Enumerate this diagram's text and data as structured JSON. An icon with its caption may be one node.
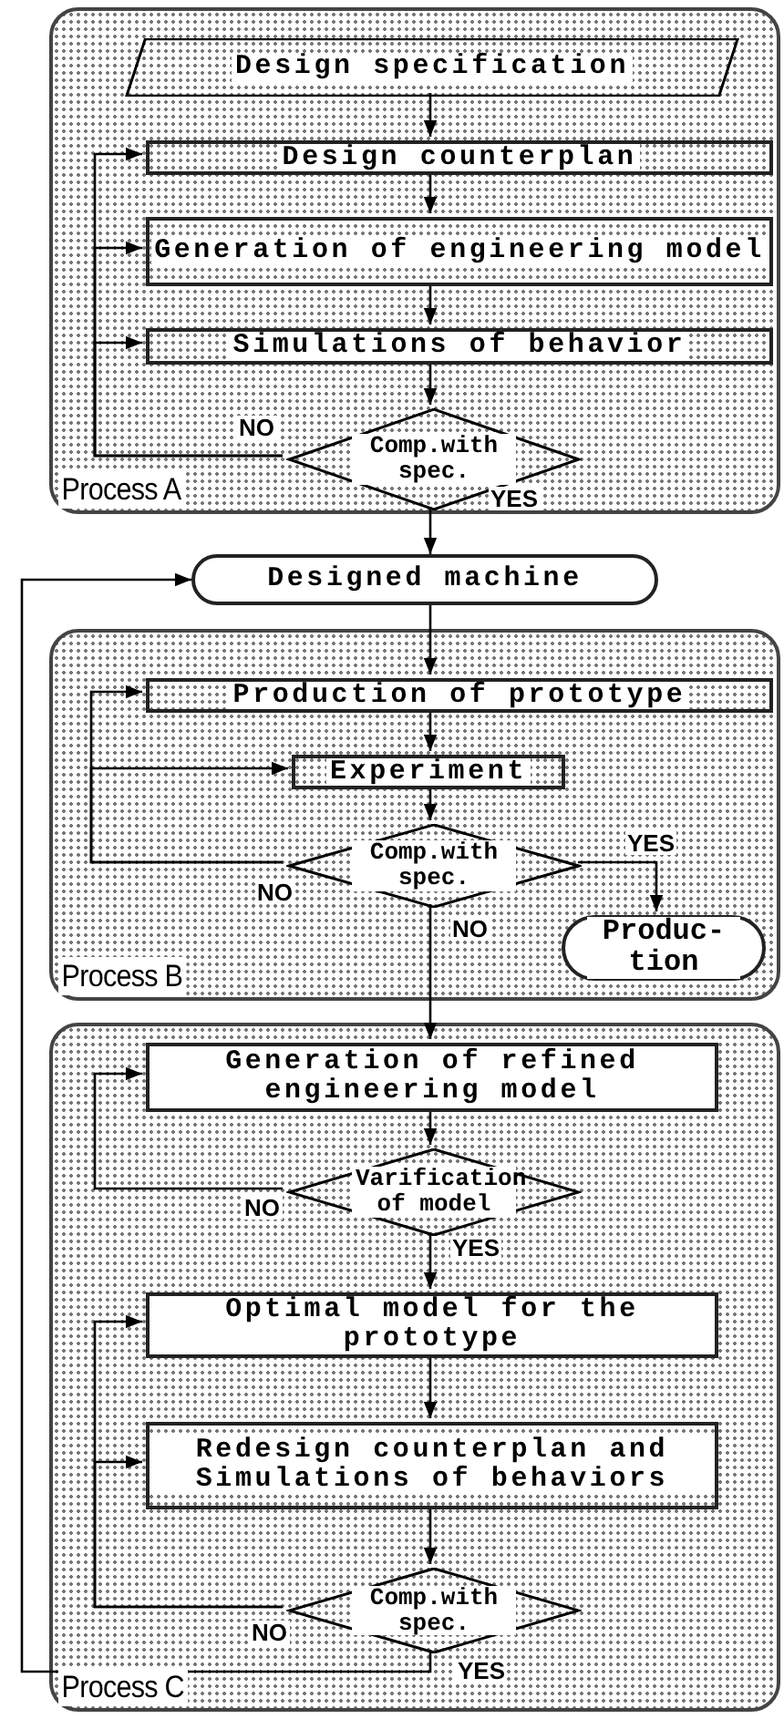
{
  "diagram": {
    "nodes": [
      {
        "text": [
          "Process A"
        ]
      },
      {
        "text": [
          "Design specification"
        ],
        "in": 0
      },
      {
        "text": [
          "Design counterplan"
        ],
        "in": 0
      },
      {
        "text": [
          "Generation of engineering model"
        ],
        "in": 0
      },
      {
        "text": [
          "Simulations of behavior"
        ],
        "in": 0
      },
      {
        "text": [
          "Comp.with spec."
        ],
        "in": 0
      },
      {
        "text": [
          "Designed machine"
        ]
      },
      {
        "text": [
          "Process B"
        ]
      },
      {
        "text": [
          "Production of prototype"
        ],
        "in": 7
      },
      {
        "text": [
          "Experiment"
        ],
        "in": 7
      },
      {
        "text": [
          "Comp.with spec."
        ],
        "in": 7
      },
      {
        "text": [
          "Produc- tion"
        ],
        "in": 7
      },
      {
        "text": [
          "Process C"
        ]
      },
      {
        "text": [
          "Generation of refined engineering model"
        ],
        "in": 12
      },
      {
        "text": [
          "Varification of model"
        ],
        "in": 12
      },
      {
        "text": [
          "Optimal model for the prototype"
        ],
        "in": 12
      },
      {
        "text": [
          "Redesign counterplan and Simulations of behaviors"
        ],
        "in": 12
      },
      {
        "text": [
          "Comp.with spec."
        ],
        "in": 12
      }
    ],
    "edges": [
      {
        "from": 1,
        "to": 2,
        "arrow": "to"
      },
      {
        "from": 2,
        "to": 3,
        "arrow": "to"
      },
      {
        "from": 3,
        "to": 4,
        "arrow": "to"
      },
      {
        "from": 4,
        "to": 5,
        "arrow": "to"
      },
      {
        "from": 5,
        "to": 2,
        "arrow": "to",
        "label": "NO"
      },
      {
        "from": 5,
        "to": 3,
        "arrow": "to"
      },
      {
        "from": 5,
        "to": 4,
        "arrow": "to"
      },
      {
        "from": 5,
        "to": 6,
        "arrow": "to",
        "label": "YES"
      },
      {
        "from": 6,
        "to": 8,
        "arrow": "to"
      },
      {
        "from": 8,
        "to": 9,
        "arrow": "to"
      },
      {
        "from": 9,
        "to": 10,
        "arrow": "to"
      },
      {
        "from": 10,
        "to": 8,
        "arrow": "to",
        "label": "NO"
      },
      {
        "from": 10,
        "to": 9,
        "arrow": "to"
      },
      {
        "from": 10,
        "to": 11,
        "arrow": "to",
        "label": "YES"
      },
      {
        "from": 10,
        "to": 13,
        "arrow": "to",
        "label": "NO"
      },
      {
        "from": 13,
        "to": 14,
        "arrow": "to"
      },
      {
        "from": 14,
        "to": 13,
        "arrow": "to",
        "label": "NO"
      },
      {
        "from": 14,
        "to": 15,
        "arrow": "to",
        "label": "YES"
      },
      {
        "from": 15,
        "to": 16,
        "arrow": "to"
      },
      {
        "from": 16,
        "to": 17,
        "arrow": "to"
      },
      {
        "from": 17,
        "to": 15,
        "arrow": "to",
        "label": "NO"
      },
      {
        "from": 17,
        "to": 16,
        "arrow": "to"
      },
      {
        "from": 17,
        "to": 6,
        "arrow": "to",
        "label": "YES"
      }
    ]
  }
}
